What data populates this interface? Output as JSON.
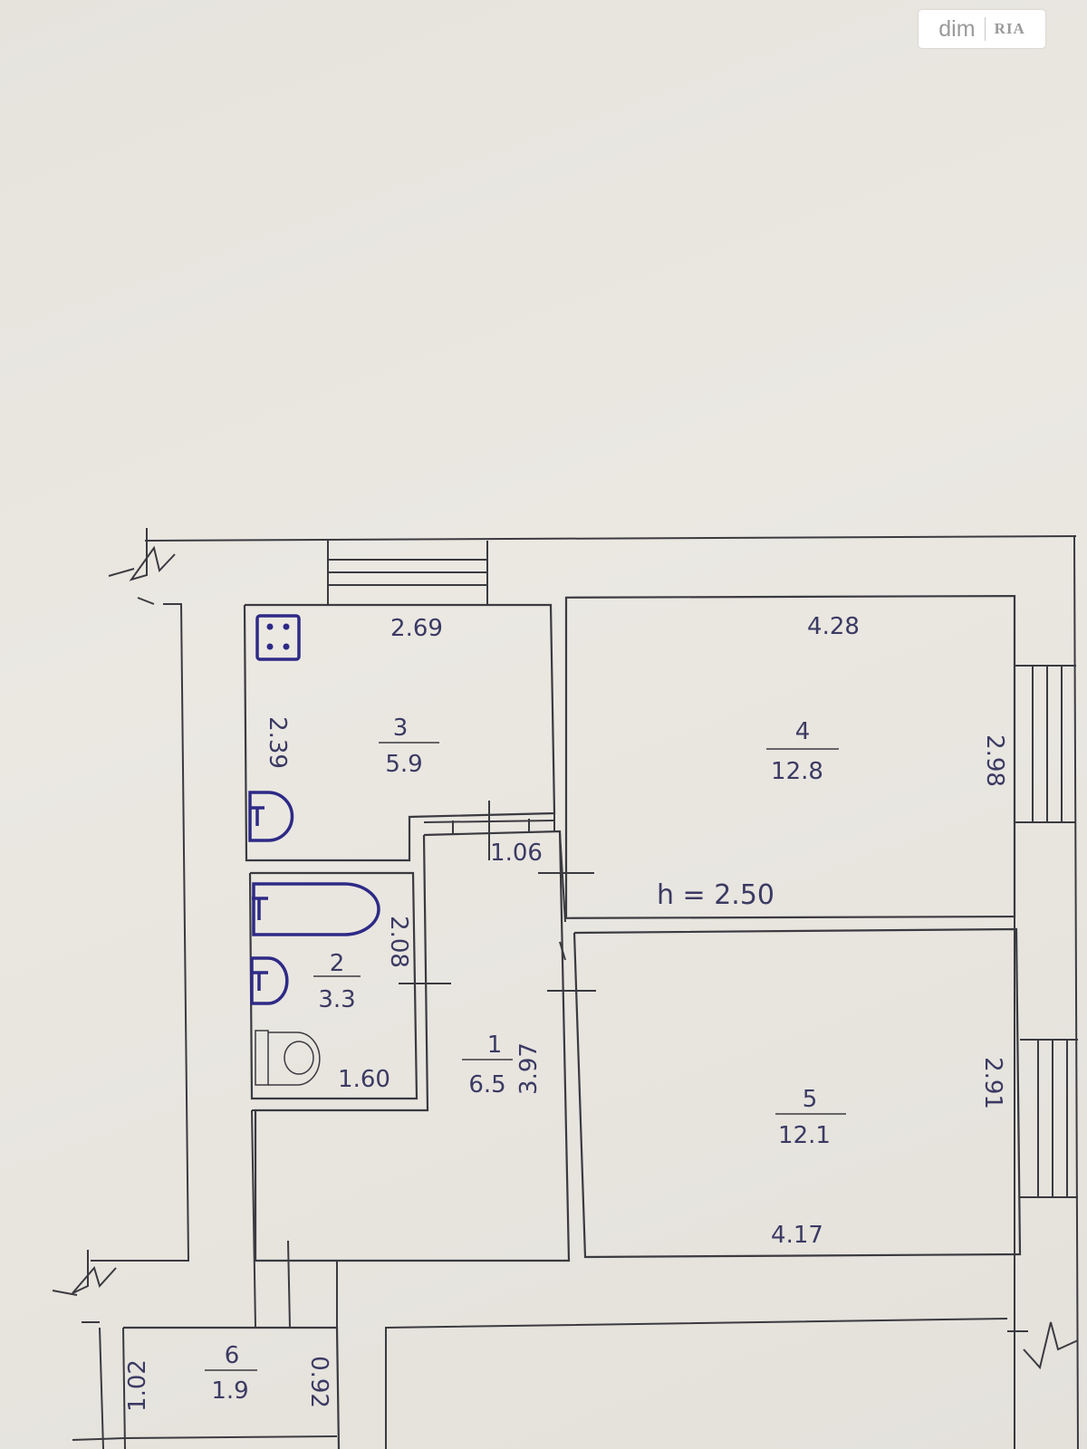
{
  "watermark": {
    "left": "dim",
    "right": "RIA"
  },
  "ceiling_height": "h = 2.50",
  "rooms": [
    {
      "id": "1",
      "number": "1",
      "area": "6.5"
    },
    {
      "id": "2",
      "number": "2",
      "area": "3.3"
    },
    {
      "id": "3",
      "number": "3",
      "area": "5.9"
    },
    {
      "id": "4",
      "number": "4",
      "area": "12.8"
    },
    {
      "id": "5",
      "number": "5",
      "area": "12.1"
    },
    {
      "id": "6",
      "number": "6",
      "area": "1.9"
    }
  ],
  "dimensions": {
    "r3_width": "2.69",
    "r3_height": "2.39",
    "r4_width": "4.28",
    "r4_height": "2.98",
    "door_width": "1.06",
    "r2_height": "2.08",
    "r2_width": "1.60",
    "r1_height": "3.97",
    "r5_height": "2.91",
    "r5_width": "4.17",
    "r6_left": "1.02",
    "r6_right": "0.92"
  },
  "icons": [
    "stove-icon",
    "bathtub-icon",
    "sink-icon",
    "toilet-icon"
  ]
}
